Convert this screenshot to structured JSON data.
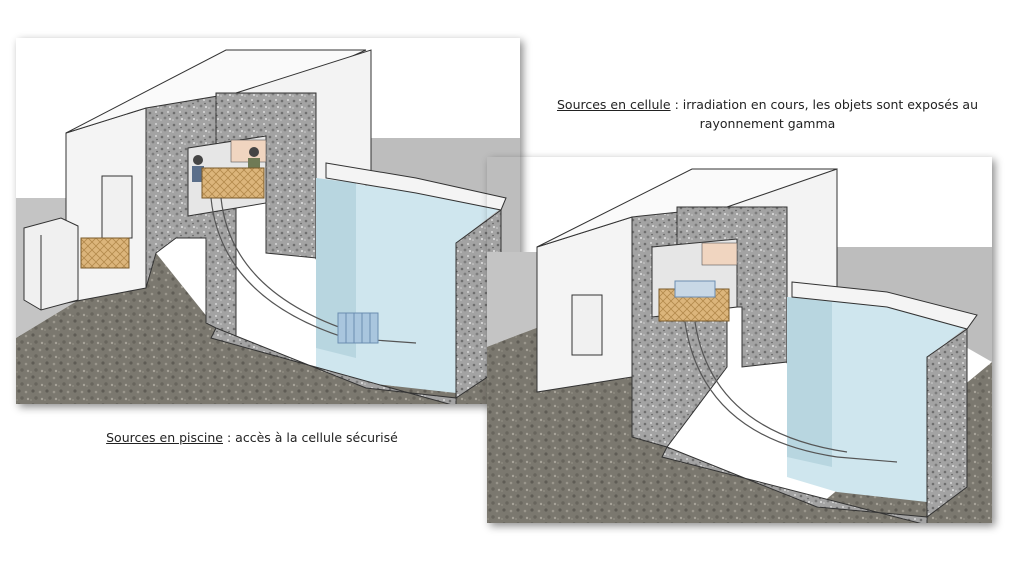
{
  "captions": {
    "left": {
      "title": "Sources en piscine",
      "text": " : accès à la cellule sécurisé"
    },
    "right": {
      "title": "Sources en cellule",
      "text": " : irradiation en cours, les objets sont exposés au rayonnement gamma"
    }
  },
  "colors": {
    "concrete": "#9a9a9a",
    "gravel": "#7d7b73",
    "floor": "#bfbfbf",
    "water": "#cfe6ee",
    "walls": "#f6f6f6",
    "crate": "#d8b37a"
  }
}
